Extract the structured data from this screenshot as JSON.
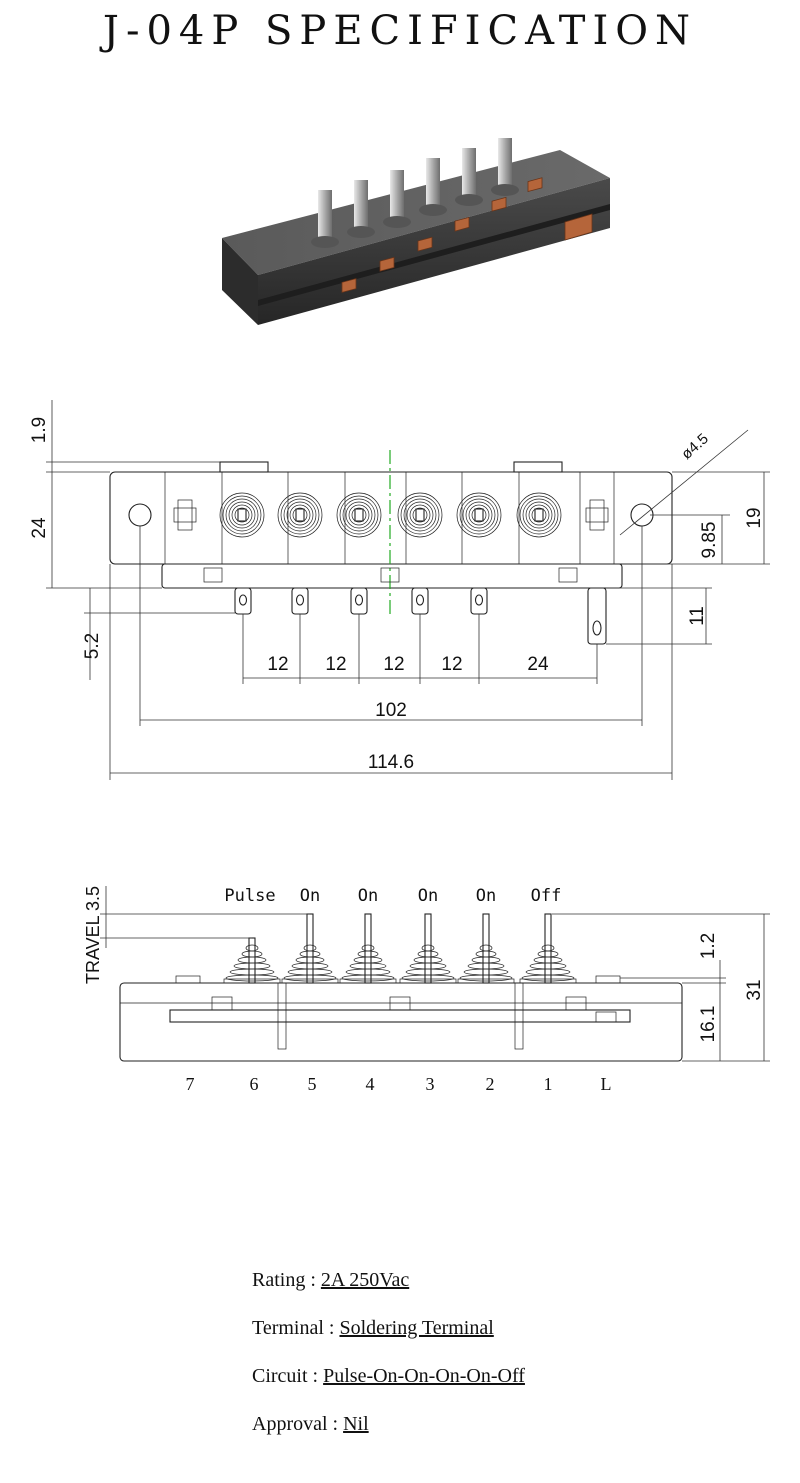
{
  "title": "J-04P SPECIFICATION",
  "top_view_dims": {
    "d_1_9": "1.9",
    "d_24": "24",
    "d_5_2": "5.2",
    "d_11": "11",
    "d_9_85": "9.85",
    "d_19": "19",
    "d_hole": "ø4.5",
    "pitch": [
      "12",
      "12",
      "12",
      "12",
      "24"
    ],
    "d_102": "102",
    "d_114_6": "114.6"
  },
  "side_view": {
    "travel_label": "TRAVEL 3.5",
    "states": [
      "Pulse",
      "On",
      "On",
      "On",
      "On",
      "Off"
    ],
    "pins": [
      "7",
      "6",
      "5",
      "4",
      "3",
      "2",
      "1",
      "L"
    ],
    "d_1_2": "1.2",
    "d_31": "31",
    "d_16_1": "16.1"
  },
  "specs": [
    {
      "label": "Rating : ",
      "value": "2A 250Vac"
    },
    {
      "label": "Terminal : ",
      "value": " Soldering Terminal "
    },
    {
      "label": "Circuit : ",
      "value": "Pulse-On-On-On-On-Off "
    },
    {
      "label": "Approval : ",
      "value": "Nil"
    }
  ],
  "colors": {
    "centerline": "#22aa22",
    "terminal": "#b5653a",
    "body": "#3b3b3b"
  }
}
